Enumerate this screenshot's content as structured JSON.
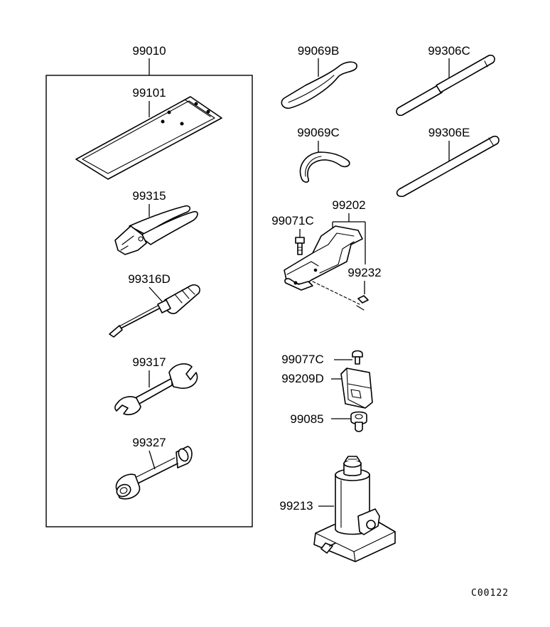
{
  "parts": {
    "p99010": "99010",
    "p99101": "99101",
    "p99315": "99315",
    "p99316d": "99316D",
    "p99317": "99317",
    "p99327": "99327",
    "p99069b": "99069B",
    "p99306c": "99306C",
    "p99069c": "99069C",
    "p99306e": "99306E",
    "p99202": "99202",
    "p99071c": "99071C",
    "p99232": "99232",
    "p99077c": "99077C",
    "p99209d": "99209D",
    "p99085": "99085",
    "p99213": "99213"
  },
  "diagram_code": "C00122"
}
